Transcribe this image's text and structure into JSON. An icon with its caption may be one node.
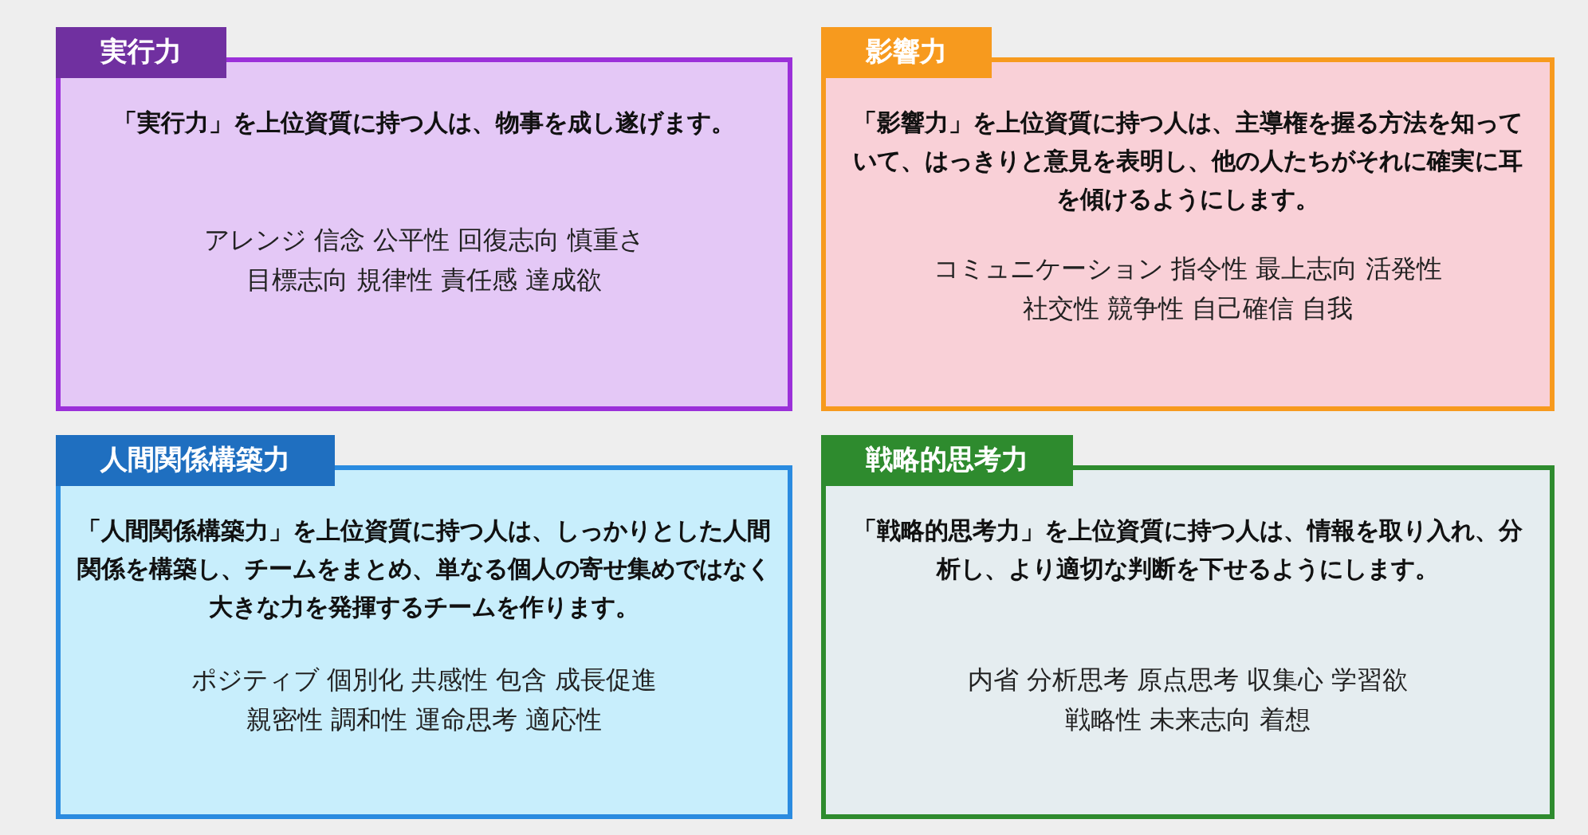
{
  "diagram": {
    "nodes": [
      {
        "text": [
          "実行力",
          "「実行力」を上位資質に持つ人は、物事を成し遂げます。",
          "アレンジ 信念 公平性 回復志向 慎重さ",
          "目標志向 規律性 責任感 達成欲"
        ]
      },
      {
        "text": [
          "影響力",
          "「影響力」を上位資質に持つ人は、主導権を握る方法を知っていて、はっきりと意見を表明し、他の人たちがそれに確実に耳を傾けるようにします。",
          "コミュニケーション 指令性 最上志向 活発性",
          "社交性 競争性 自己確信 自我"
        ]
      },
      {
        "text": [
          "人間関係構築力",
          "「人間関係構築力」を上位資質に持つ人は、しっかりとした人間関係を構築し、チームをまとめ、単なる個人の寄せ集めではなく大きな力を発揮するチームを作ります。",
          "ポジティブ 個別化 共感性 包含 成長促進",
          "親密性 調和性 運命思考 適応性"
        ]
      },
      {
        "text": [
          "戦略的思考力",
          "「戦略的思考力」を上位資質に持つ人は、情報を取り入れ、分析し、より適切な判断を下せるようにします。",
          "内省 分析思考 原点思考 収集心 学習欲",
          "戦略性 未来志向 着想"
        ]
      }
    ]
  }
}
